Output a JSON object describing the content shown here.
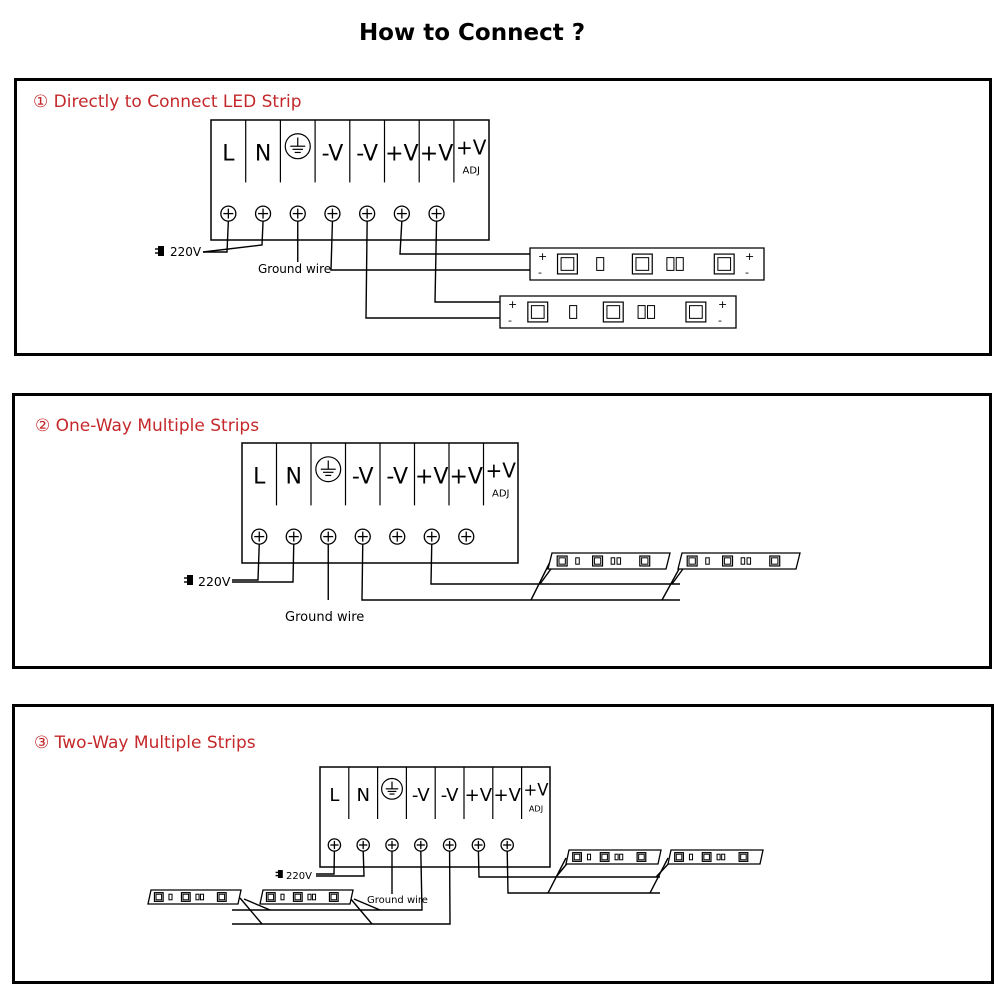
{
  "title": "How to Connect ?",
  "colors": {
    "section_title": "#c4282b",
    "line": "#000000",
    "text": "#000000"
  },
  "sections": [
    {
      "marker": "①",
      "title": "Directly to Connect LED Strip"
    },
    {
      "marker": "②",
      "title": "One-Way Multiple Strips"
    },
    {
      "marker": "③",
      "title": "Two-Way Multiple Strips"
    }
  ],
  "terminal_labels": [
    "L",
    "N",
    "⏚",
    "-V",
    "-V",
    "+V",
    "+V",
    "+V"
  ],
  "adj_label": "ADJ",
  "power_label": "220V",
  "ground_label": "Ground wire",
  "strip_plus": "+",
  "strip_minus": "-",
  "icons": [
    "earth-ground-icon",
    "screw-terminal-icon",
    "power-plug-icon",
    "led-chip-icon",
    "resistor-icon"
  ]
}
